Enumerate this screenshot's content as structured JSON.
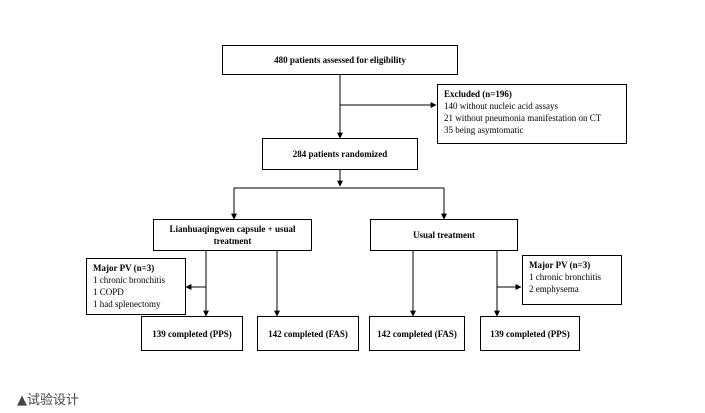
{
  "boxes": {
    "assessed": "480 patients assessed for eligibility",
    "excluded": {
      "title": "Excluded (n=196)",
      "lines": [
        "140 without nucleic acid assays",
        "21 without pneumonia manifestation on CT",
        "35 being asymtomatic"
      ]
    },
    "randomized": "284 patients randomized",
    "arm_left": "Lianhuaqingwen capsule + usual treatment",
    "arm_right": "Usual treatment",
    "pv_left": {
      "title": "Major PV (n=3)",
      "lines": [
        "1 chronic bronchitis",
        "1 COPD",
        "1 had splenectomy"
      ]
    },
    "pv_right": {
      "title": "Major PV (n=3)",
      "lines": [
        "1 chronic bronchitis",
        "2 emphysema"
      ]
    },
    "left_pps": "139 completed (PPS)",
    "left_fas": "142 completed (FAS)",
    "right_fas": "142 completed (FAS)",
    "right_pps": "139 completed (PPS)"
  },
  "caption": "▲试验设计"
}
